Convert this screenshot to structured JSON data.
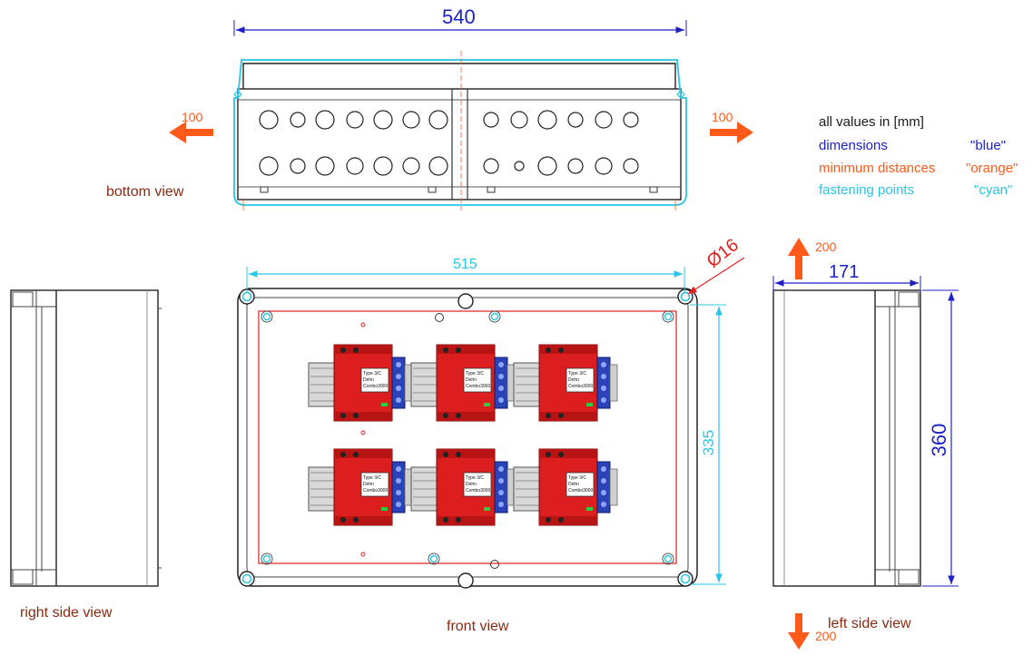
{
  "legend": {
    "header": "all values in [mm]",
    "rows": [
      {
        "label": "dimensions",
        "value": "\"blue\"",
        "color": "#1c22c8"
      },
      {
        "label": "minimum distances",
        "value": "\"orange\"",
        "color": "#ff5a1a"
      },
      {
        "label": "fastening points",
        "value": "\"cyan\"",
        "color": "#29c4e6"
      }
    ]
  },
  "views": {
    "bottom": "bottom view",
    "front": "front view",
    "right_side": "right side view",
    "left_side": "left side view"
  },
  "dimensions": {
    "width_total": "540",
    "fastening_width": "515",
    "fastening_height": "335",
    "hole_diameter": "Ø16",
    "depth": "171",
    "height_total": "360"
  },
  "clearances": {
    "left": "100",
    "right": "100",
    "top": "200",
    "bottom": "200"
  },
  "module_label": {
    "line1": "Type 3/C",
    "line2": "Dehn",
    "line3": "Combo3000"
  },
  "colors": {
    "dimension": "#1c22c8",
    "minimum": "#ff5a1a",
    "fastening": "#29c4e6",
    "view_label": "#8b2a12",
    "module_red": "#dc1e1e",
    "terminal_blue": "#2a44b8"
  }
}
